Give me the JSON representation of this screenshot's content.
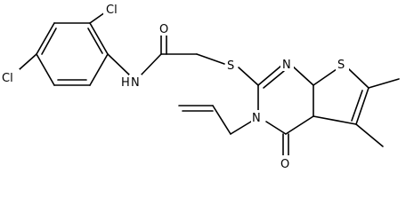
{
  "atoms": {
    "cl_top": "Cl",
    "cl_left": "Cl",
    "amide_o": "O",
    "amide_nh": "N",
    "amide_h": "H",
    "thioether_s": "S",
    "ring_n_upper": "N",
    "ring_n_lower": "N",
    "thiophene_s": "S",
    "carbonyl_o": "O"
  }
}
